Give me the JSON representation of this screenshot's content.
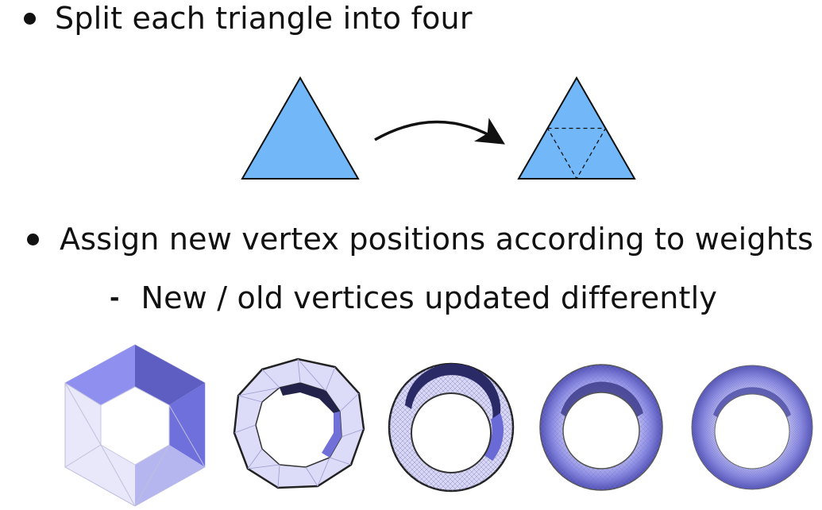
{
  "bullets": [
    {
      "text": "Split each triangle into four"
    },
    {
      "text": "Assign new vertex positions according to weights"
    }
  ],
  "sub_bullet": {
    "marker": "-",
    "text": "New / old vertices updated differently"
  },
  "colors": {
    "triangle_fill": "#72b8f9",
    "stroke": "#111111",
    "mesh_light": "#e6e6fb",
    "mesh_mid": "#9a9af2",
    "mesh_dark": "#5858c8",
    "mesh_shadow": "#2a2a66"
  },
  "figures": {
    "split_diagram": [
      "triangle",
      "arrow-icon",
      "subdivided-triangle"
    ],
    "mesh_sequence": [
      "hexagon-mesh",
      "torus-level-1",
      "torus-level-2",
      "torus-level-3",
      "torus-level-4"
    ]
  }
}
